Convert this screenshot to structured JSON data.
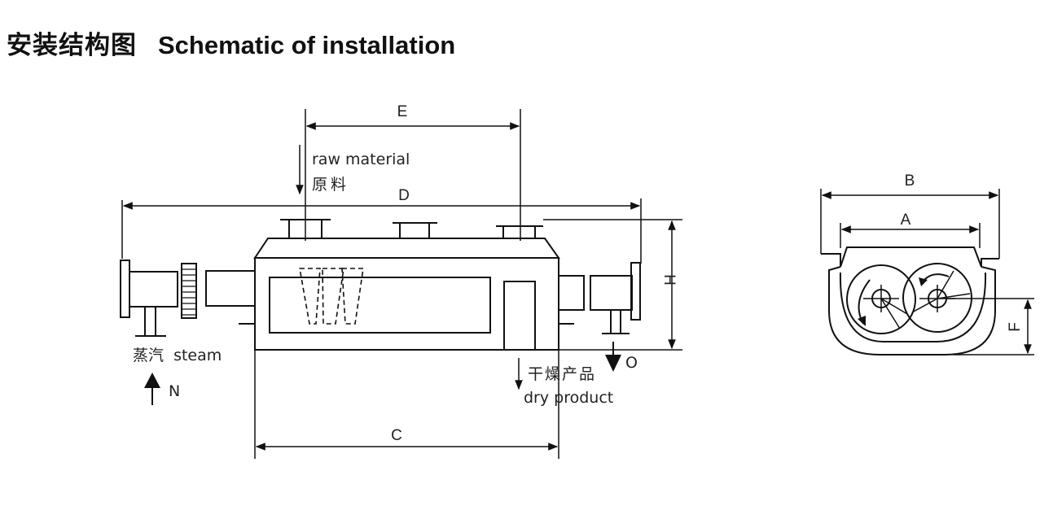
{
  "title": {
    "chinese": "安装结构图",
    "english": "Schematic of installation"
  },
  "side_view": {
    "raw_material_en": "raw material",
    "raw_material_cn": "原料",
    "steam_label": "蒸汽  steam",
    "dry_product_cn": "干燥产品",
    "dry_product_en": "dry product",
    "inlet_N": "N",
    "outlet_O": "O",
    "dim_E": "E",
    "dim_D": "D",
    "dim_C": "C",
    "dim_H": "H"
  },
  "end_view": {
    "dim_A": "A",
    "dim_B": "B",
    "dim_F": "F"
  },
  "colors": {
    "line": "#111111",
    "text": "#222222",
    "background": "#ffffff"
  }
}
